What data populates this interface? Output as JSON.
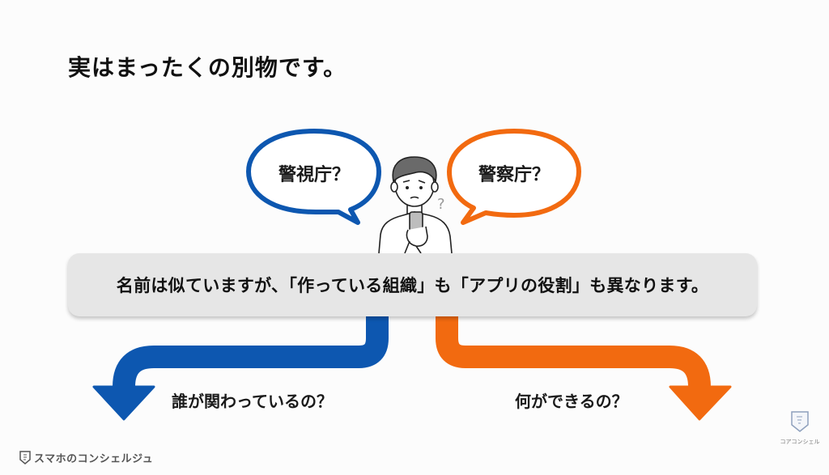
{
  "slide": {
    "title": "実はまったくの別物です。",
    "bubbles": [
      {
        "label": "警視庁？",
        "color": "#0d57b0"
      },
      {
        "label": "警察庁？",
        "color": "#f26a10"
      }
    ],
    "banner": {
      "text": "名前は似ていますが、「作っている組織」も「アプリの役割」も異なります。"
    },
    "branches": [
      {
        "label": "誰が関わっているの？",
        "color": "#0d57b0",
        "direction": "left"
      },
      {
        "label": "何ができるの？",
        "color": "#f26a10",
        "direction": "right"
      }
    ],
    "illustration": {
      "icon": "confused-person-with-phone-icon",
      "question_mark": "?"
    }
  },
  "footer": {
    "left_logo_text": "スマホのコンシェルジュ",
    "right_logo_text": "コアコンシェル"
  },
  "colors": {
    "blue": "#0d57b0",
    "orange": "#f26a10",
    "banner_bg": "#e6e6e6"
  }
}
